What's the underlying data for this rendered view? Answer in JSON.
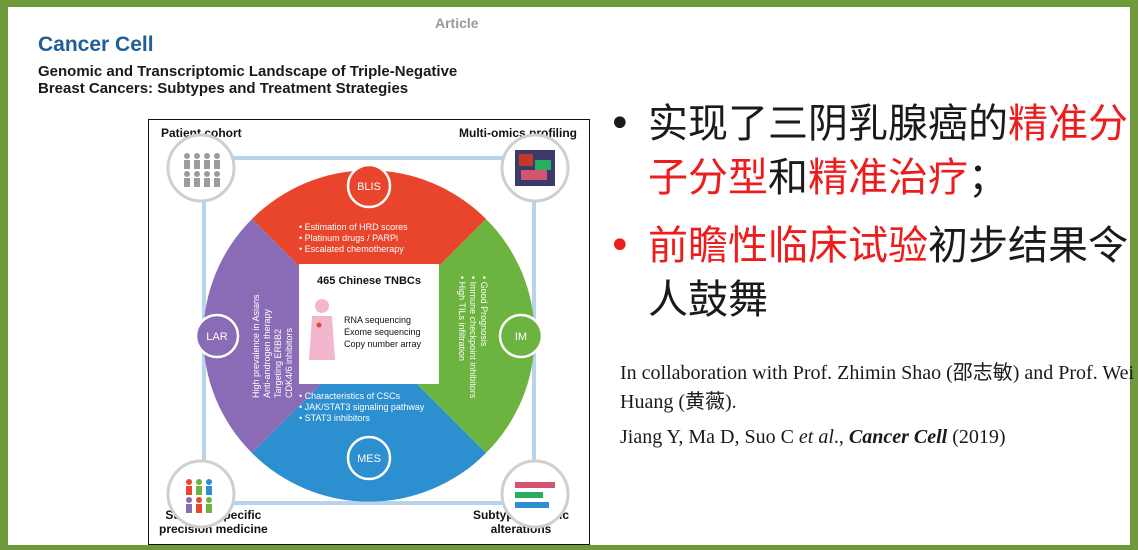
{
  "paper": {
    "tag": "Article",
    "journal": "Cancer Cell",
    "title": "Genomic and Transcriptomic Landscape of Triple-Negative Breast Cancers: Subtypes and Treatment Strategies"
  },
  "abstract": {
    "corners": {
      "top_left": "Patient cohort",
      "top_right": "Multi-omics profiling",
      "bottom_left_1": "Subtype-specific",
      "bottom_left_2": "precision medicine",
      "bottom_right_1": "Subtype-specific",
      "bottom_right_2": "alterations"
    },
    "center": {
      "title": "465 Chinese TNBCs",
      "items": [
        "RNA sequencing",
        "Exome sequencing",
        "Copy number array"
      ]
    },
    "subtypes": {
      "blis": {
        "label": "BLIS",
        "color": "#e8452c",
        "items": [
          "Estimation of HRD scores",
          "Platinum drugs / PARPi",
          "Escalated chemotherapy"
        ]
      },
      "im": {
        "label": "IM",
        "color": "#6cb33f",
        "items": [
          "High TILs infiltration",
          "Immune checkpoint inhibitors",
          "Good Prognosis"
        ]
      },
      "mes": {
        "label": "MES",
        "color": "#2b8fd0",
        "items": [
          "Characteristics of CSCs",
          "JAK/STAT3 signaling pathway",
          "STAT3 inhibitors"
        ]
      },
      "lar": {
        "label": "LAR",
        "color": "#8a6bb5",
        "items": [
          "High prevalence in Asians",
          "Anti-androgen therapy",
          "Targeting ERBB2",
          "CDK4/6 inhibitors"
        ]
      }
    }
  },
  "bullets": {
    "dot": "•",
    "b1_part1": "实现了三阴乳腺癌的",
    "b1_part2": "精准分子分型",
    "b1_part3": "和",
    "b1_part4": "精准治疗",
    "b1_part5": "；",
    "b2_part1": "前瞻性临床试验",
    "b2_part2": "初步结果令人鼓舞"
  },
  "credits": {
    "line1": "In collaboration with Prof. Zhimin Shao (邵志敏) and Prof. Wei Huang (黄薇).",
    "cite_authors": "Jiang Y, Ma D, Suo C ",
    "cite_etal": "et al",
    "cite_sep": "., ",
    "cite_journal": "Cancer Cell",
    "cite_year": " (2019)"
  }
}
